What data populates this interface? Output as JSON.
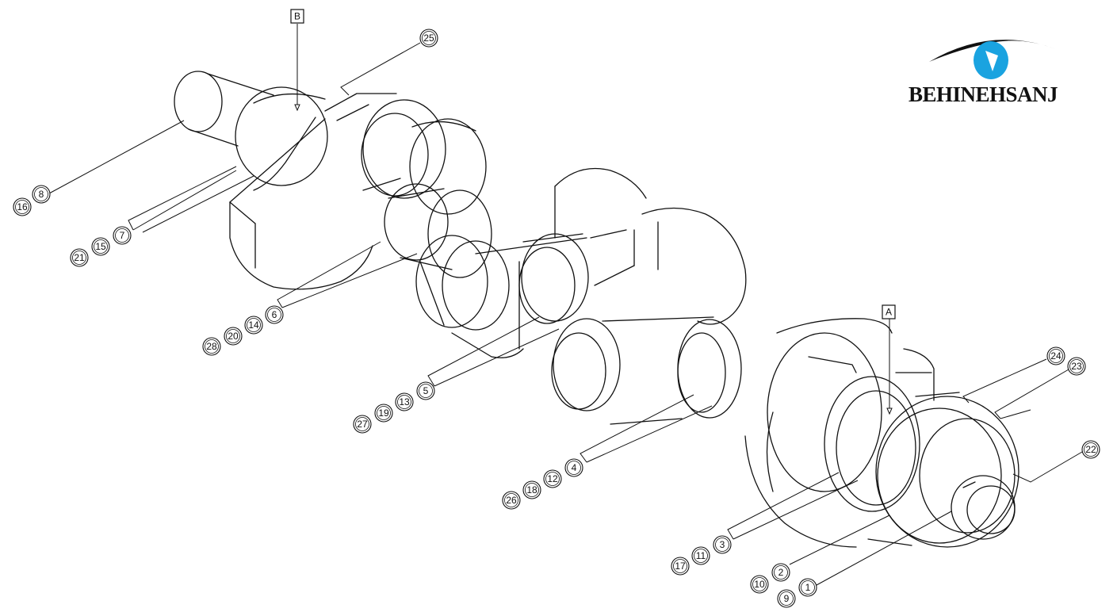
{
  "brand": {
    "name": "BEHINEHSANJ",
    "accent": "#1aa3e0",
    "ink": "#111111"
  },
  "reference_marks": {
    "a": "A",
    "b": "B"
  },
  "callouts": {
    "c16": "16",
    "c8": "8",
    "c21": "21",
    "c15": "15",
    "c7": "7",
    "c28": "28",
    "c20": "20",
    "c14": "14",
    "c6": "6",
    "c27": "27",
    "c19": "19",
    "c13": "13",
    "c5": "5",
    "c26": "26",
    "c18": "18",
    "c12": "12",
    "c4": "4",
    "c17": "17",
    "c11": "11",
    "c3": "3",
    "c10": "10",
    "c2": "2",
    "c9": "9",
    "c1": "1",
    "c25": "25",
    "c24": "24",
    "c23": "23",
    "c22": "22"
  }
}
